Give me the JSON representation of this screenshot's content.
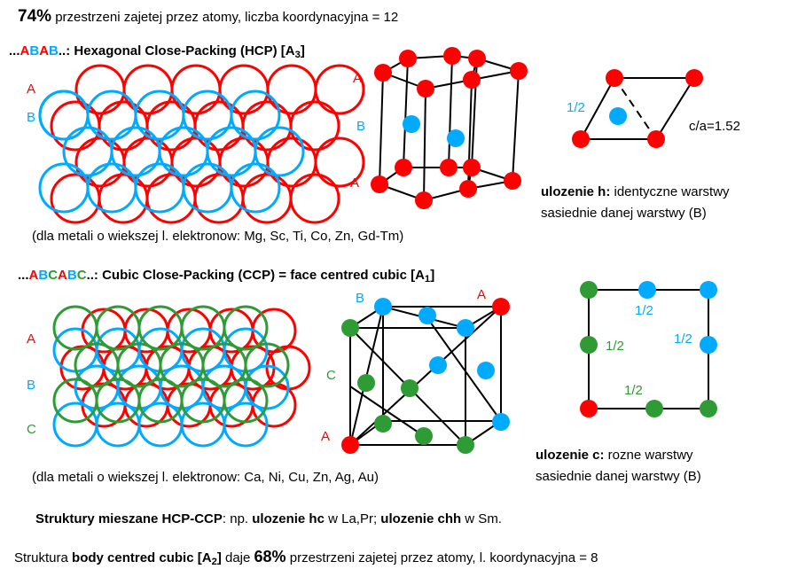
{
  "colors": {
    "A": "#ff0000",
    "B": "#00aaff",
    "C": "#2e9b35",
    "text": "#000000"
  },
  "header": {
    "pct": "74%",
    "rest": " przestrzeni zajetej przez atomy, liczba koordynacyjna = 12"
  },
  "hcp": {
    "dots": "...",
    "seq": [
      "A",
      "B",
      "A",
      "B"
    ],
    "tail": "..: Hexagonal Close-Packing (HCP) [A",
    "sub": "3",
    "close": "]",
    "layer_labels": [
      "A",
      "B"
    ],
    "cell_labels": [
      "A",
      "B",
      "A"
    ],
    "half": "1/2",
    "ca": "c/a=1.52",
    "desc_bold": "ulozenie h:",
    "desc_rest": " identyczne warstwy",
    "desc_line2": "sasiednie   danej warstwy (B)",
    "metals": "(dla metali o wiekszej  l. elektronow: Mg, Sc, Ti, Co, Zn, Gd-Tm)"
  },
  "ccp": {
    "dots": "...",
    "seq": [
      "A",
      "B",
      "C",
      "A",
      "B",
      "C"
    ],
    "tail": "..: Cubic Close-Packing (CCP) = face centred cubic [A",
    "sub": "1",
    "close": "]",
    "layer_labels": [
      "A",
      "B",
      "C"
    ],
    "cell_labels": {
      "top_left": "B",
      "top_right": "A",
      "middle": "C",
      "bottom": "A"
    },
    "halves": [
      "1/2",
      "1/2",
      "1/2",
      "1/2"
    ],
    "desc_bold": "ulozenie c:",
    "desc_rest": " rozne warstwy",
    "desc_line2": "sasiednie   danej warstwy (B)",
    "metals": "(dla metali o wiekszej l. elektronow: Ca, Ni, Cu, Zn, Ag, Au)"
  },
  "mixed": {
    "bold1": "Struktury mieszane HCP-CCP",
    "t1": ": np. ",
    "bold2": "ulozenie hc",
    "t2": " w La,Pr;  ",
    "bold3": "ulozenie chh",
    "t3": " w Sm."
  },
  "footer": {
    "t1": "Struktura ",
    "bold1": "body centred cubic [A",
    "sub": "2",
    "bold1_close": "]",
    "t2": " daje ",
    "pct": "68%",
    "t3": " przestrzeni zajetej przez atomy, l. koordynacyjna = 8"
  }
}
